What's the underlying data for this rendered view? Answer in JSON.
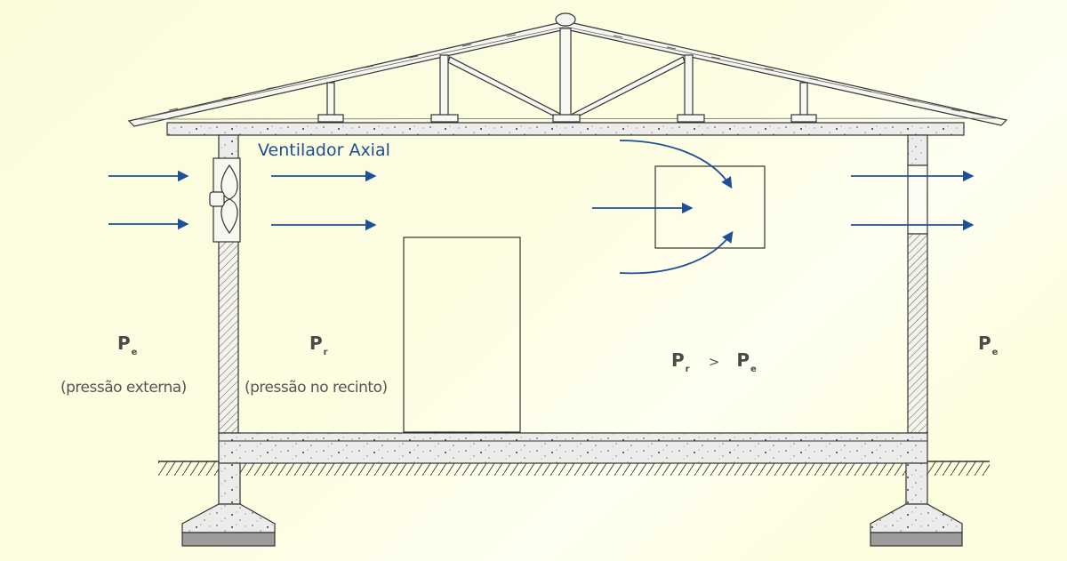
{
  "colors": {
    "background": "#fdfde0",
    "background_light": "#fffff0",
    "arrow": "#1f4f9a",
    "line": "#333333",
    "concrete": "#ececea",
    "footing_base": "#9c9c9c"
  },
  "fan_label": "Ventilador Axial",
  "left_exterior": {
    "symbol": "P",
    "subscript": "e",
    "description": "(pressão externa)"
  },
  "interior": {
    "symbol": "P",
    "subscript": "r",
    "description": "(pressão no recinto)"
  },
  "comparison": {
    "left_symbol": "P",
    "left_subscript": "r",
    "operator": ">",
    "right_symbol": "P",
    "right_subscript": "e"
  },
  "right_exterior": {
    "symbol": "P",
    "subscript": "e"
  }
}
